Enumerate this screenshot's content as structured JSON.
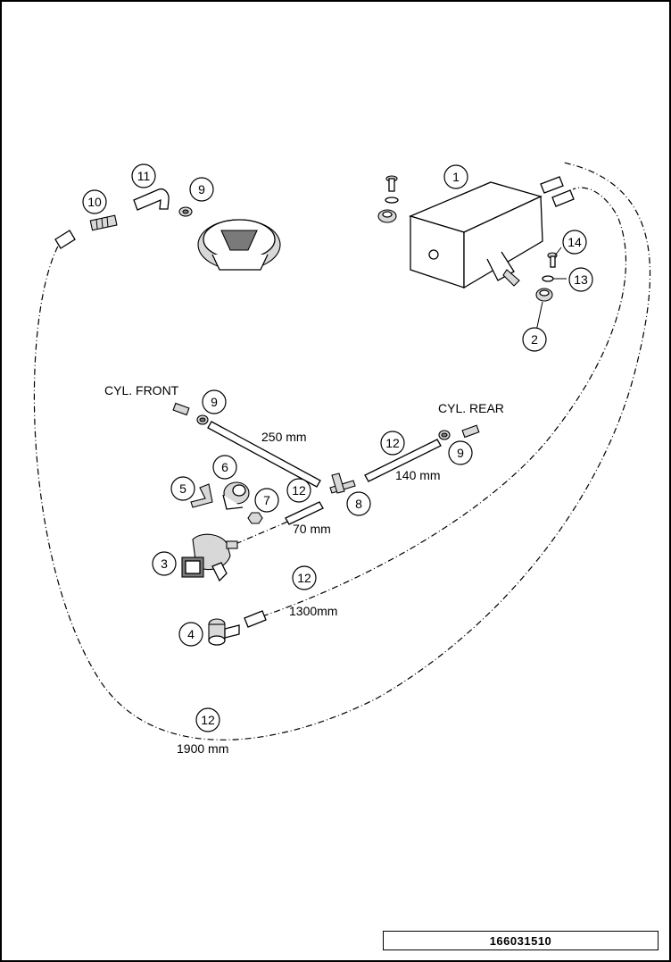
{
  "labels": {
    "cyl_front": "CYL. FRONT",
    "cyl_rear": "CYL. REAR",
    "len_250": "250 mm",
    "len_140": "140 mm",
    "len_70": "70 mm",
    "len_1300": "1300mm",
    "len_1900": "1900 mm"
  },
  "callouts": {
    "c1": "1",
    "c2": "2",
    "c3": "3",
    "c4": "4",
    "c5": "5",
    "c6": "6",
    "c7": "7",
    "c8": "8",
    "c9a": "9",
    "c9b": "9",
    "c9c": "9",
    "c10": "10",
    "c11": "11",
    "c12a": "12",
    "c12b": "12",
    "c12c": "12",
    "c12d": "12",
    "c13": "13",
    "c14": "14"
  },
  "document_number": "166031510"
}
